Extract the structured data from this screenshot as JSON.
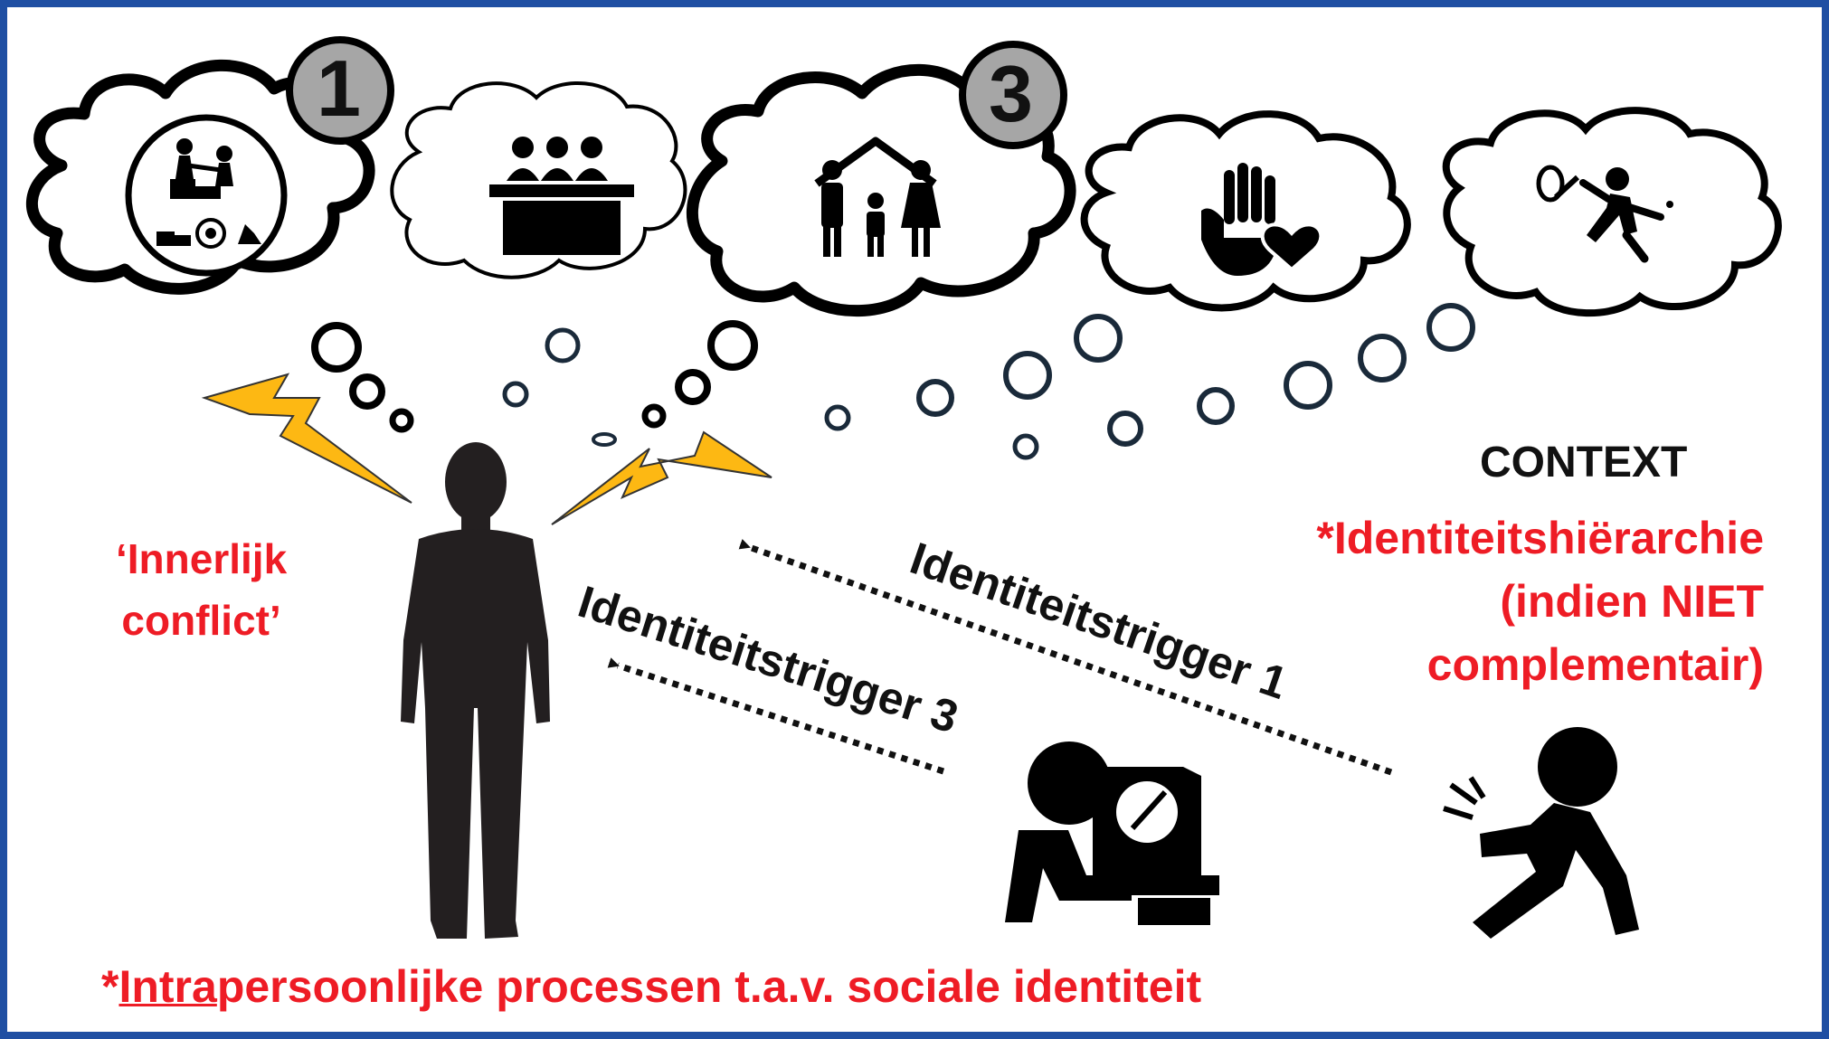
{
  "badges": {
    "badge_1": "1",
    "badge_3": "3"
  },
  "labels": {
    "inner_conflict_line1": "‘Innerlijk",
    "inner_conflict_line2": "conflict’",
    "context": "CONTEXT",
    "hierarchy_line1": "*Identiteitshiërarchie",
    "hierarchy_line2": "(indien NIET",
    "hierarchy_line3": "complementair)",
    "intra_prefix": "*",
    "intra_underlined": "Intra",
    "intra_rest": "persoonlijke processen t.a.v. sociale identiteit"
  },
  "arrows": {
    "trigger_1": "Identiteitstrigger 1",
    "trigger_3": "Identiteitstrigger 3"
  },
  "thought_clouds": [
    {
      "icon": "work-teamwork-icon",
      "badge": "1"
    },
    {
      "icon": "panel-committee-icon"
    },
    {
      "icon": "family-home-icon",
      "badge": "3"
    },
    {
      "icon": "hand-heart-volunteer-icon"
    },
    {
      "icon": "tennis-player-icon"
    }
  ],
  "figures": [
    "standing-person-silhouette",
    "person-at-laptop-icon",
    "injured-knee-person-icon"
  ],
  "colors": {
    "accent_red": "#ee1c25",
    "lightning": "#fdb813",
    "badge_grey": "#a6a6a6",
    "bubble_stroke": "#1a2a3a",
    "frame": "#1f4fa3"
  }
}
